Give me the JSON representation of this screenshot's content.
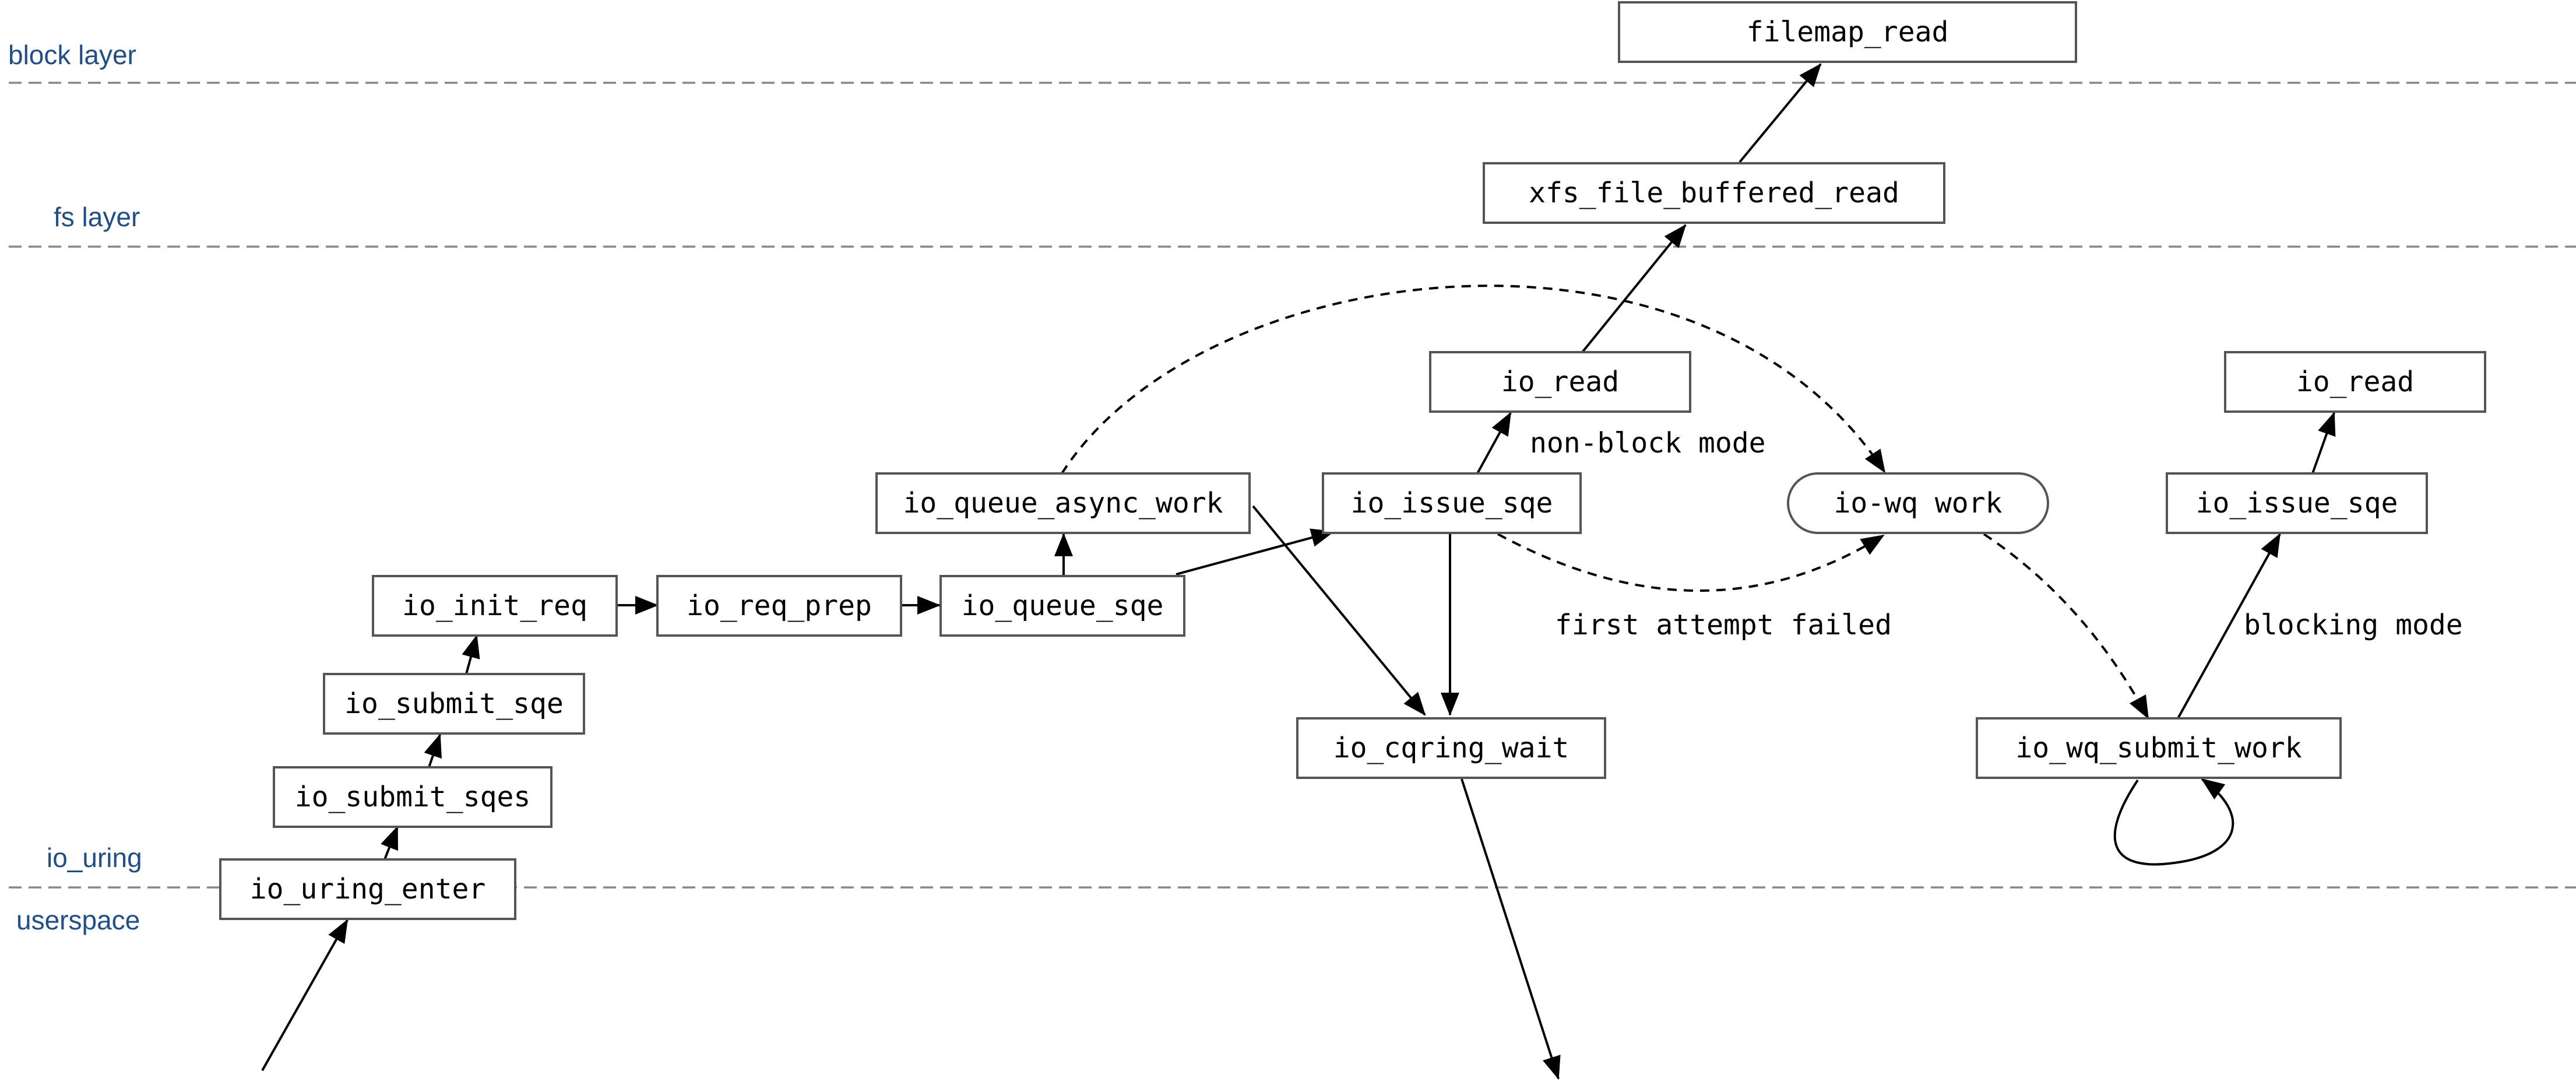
{
  "colors": {
    "layer_label": "#1f4e8c",
    "separator": "#888888",
    "node_border": "#555555"
  },
  "layers": {
    "block": "block layer",
    "fs": "fs layer",
    "io_uring": "io_uring",
    "userspace": "userspace"
  },
  "nodes": {
    "filemap_read": "filemap_read",
    "xfs_file_buffered_read": "xfs_file_buffered_read",
    "io_read_a": "io_read",
    "io_read_b": "io_read",
    "io_queue_async_work": "io_queue_async_work",
    "io_issue_sqe_a": "io_issue_sqe",
    "io_wq_work": "io-wq work",
    "io_issue_sqe_b": "io_issue_sqe",
    "io_init_req": "io_init_req",
    "io_req_prep": "io_req_prep",
    "io_queue_sqe": "io_queue_sqe",
    "io_submit_sqe": "io_submit_sqe",
    "io_cqring_wait": "io_cqring_wait",
    "io_wq_submit_work": "io_wq_submit_work",
    "io_submit_sqes": "io_submit_sqes",
    "io_uring_enter": "io_uring_enter"
  },
  "edge_labels": {
    "non_block": "non-block mode",
    "first_attempt": "first attempt failed",
    "blocking": "blocking mode"
  }
}
